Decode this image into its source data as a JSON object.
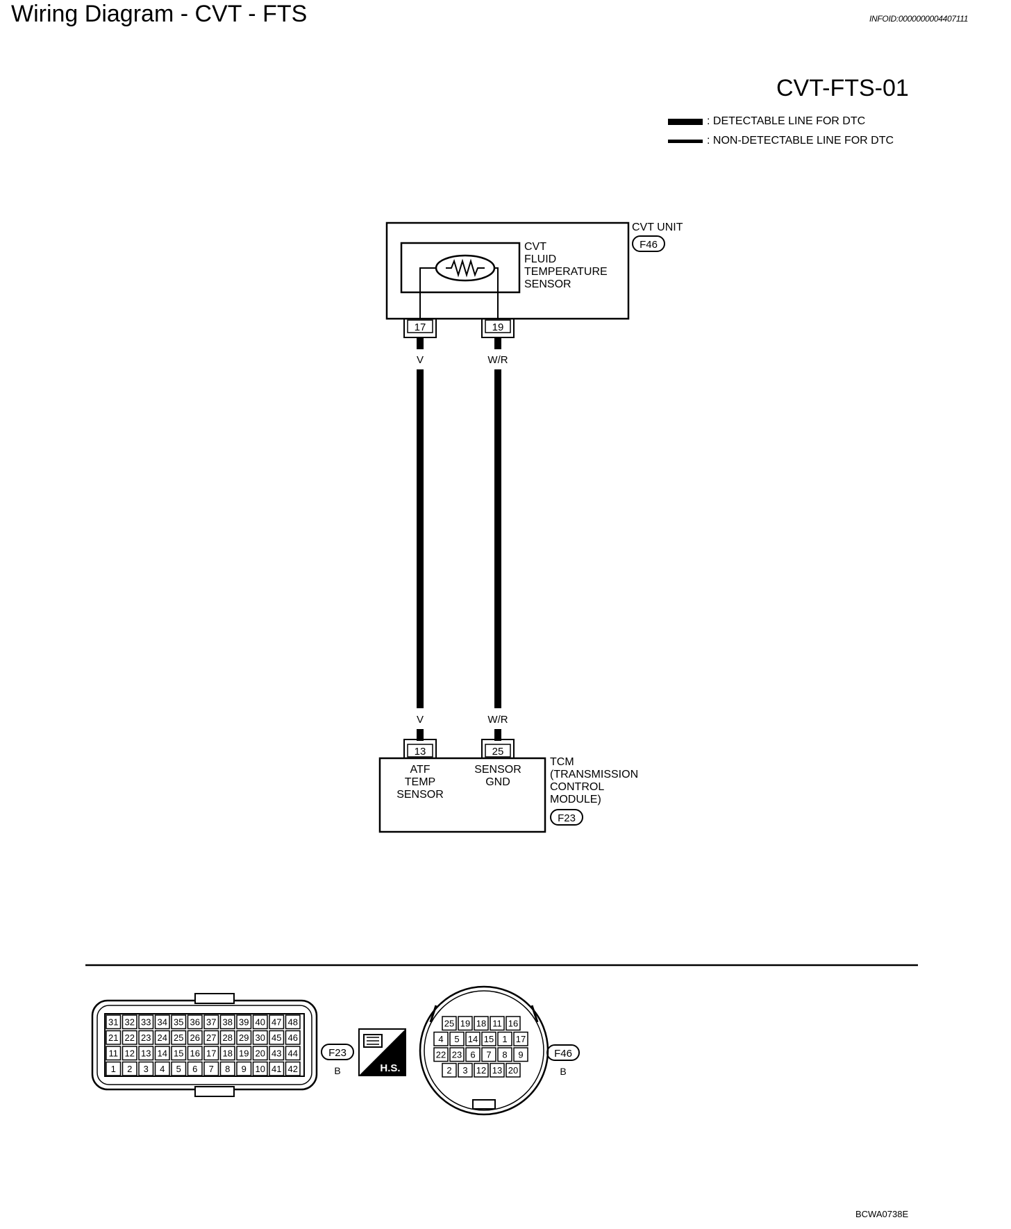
{
  "header": {
    "title": "Wiring Diagram - CVT - FTS",
    "info_id": "INFOID:0000000004407111"
  },
  "diagram_code": "CVT-FTS-01",
  "legend": {
    "detectable": ": DETECTABLE LINE FOR DTC",
    "non_detectable": ": NON-DETECTABLE LINE FOR DTC"
  },
  "cvt_unit": {
    "label": "CVT UNIT",
    "connector": "F46",
    "sensor_lines": [
      "CVT",
      "FLUID",
      "TEMPERATURE",
      "SENSOR"
    ],
    "pins": [
      "17",
      "19"
    ]
  },
  "wires": {
    "left_color": "V",
    "right_color": "W/R"
  },
  "tcm": {
    "label_lines": [
      "TCM",
      "(TRANSMISSION",
      "CONTROL",
      "MODULE)"
    ],
    "connector": "F23",
    "pins": [
      "13",
      "25"
    ],
    "pin_13_lines": [
      "ATF",
      "TEMP",
      "SENSOR"
    ],
    "pin_25_lines": [
      "SENSOR",
      "GND"
    ]
  },
  "connector_f23": {
    "id": "F23",
    "color": "B",
    "rows": [
      [
        "31",
        "32",
        "33",
        "34",
        "35",
        "36",
        "37",
        "38",
        "39",
        "40",
        "47",
        "48"
      ],
      [
        "21",
        "22",
        "23",
        "24",
        "25",
        "26",
        "27",
        "28",
        "29",
        "30",
        "45",
        "46"
      ],
      [
        "11",
        "12",
        "13",
        "14",
        "15",
        "16",
        "17",
        "18",
        "19",
        "20",
        "43",
        "44"
      ],
      [
        "1",
        "2",
        "3",
        "4",
        "5",
        "6",
        "7",
        "8",
        "9",
        "10",
        "41",
        "42"
      ]
    ]
  },
  "hs_badge": "H.S.",
  "connector_f46": {
    "id": "F46",
    "color": "B",
    "rows": [
      [
        "25",
        "19",
        "18",
        "11",
        "16"
      ],
      [
        "4",
        "5",
        "14",
        "15",
        "1",
        "17"
      ],
      [
        "22",
        "23",
        "6",
        "7",
        "8",
        "9"
      ],
      [
        "2",
        "3",
        "12",
        "13",
        "20"
      ]
    ]
  },
  "footer_code": "BCWA0738E"
}
